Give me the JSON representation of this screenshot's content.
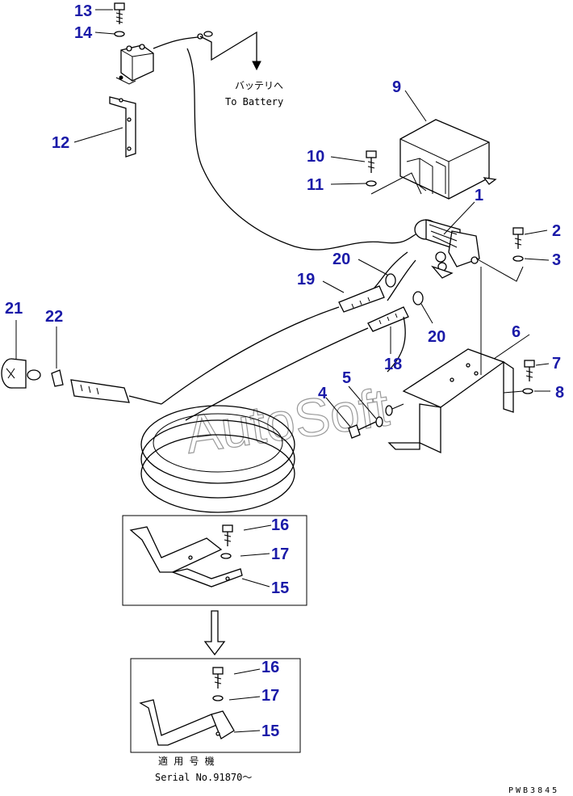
{
  "callouts": [
    "13",
    "14",
    "12",
    "9",
    "10",
    "11",
    "1",
    "2",
    "3",
    "20",
    "19",
    "20",
    "6",
    "7",
    "8",
    "21",
    "22",
    "5",
    "18",
    "4",
    "16",
    "17",
    "15",
    "16",
    "17",
    "15"
  ],
  "notes": {
    "battery_jp": "バッテリへ",
    "battery_en": "To Battery",
    "serial_jp": "適 用 号 機",
    "serial_en": "Serial No.91870〜",
    "drawing_id": "PWB3845"
  },
  "watermark": "AutoSoft",
  "colors": {
    "callout": "#1a1aa8",
    "line": "#000000",
    "background": "#ffffff"
  }
}
